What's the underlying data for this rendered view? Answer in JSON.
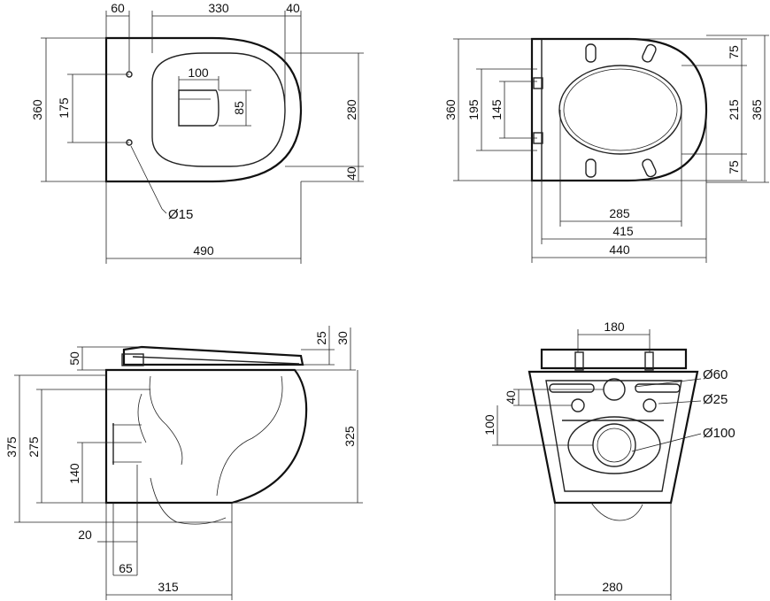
{
  "top_view": {
    "dims": [
      "60",
      "330",
      "40",
      "360",
      "175",
      "100",
      "85",
      "280",
      "40",
      "Ø15",
      "490"
    ]
  },
  "seat_view": {
    "dims": [
      "360",
      "195",
      "145",
      "75",
      "215",
      "365",
      "75",
      "285",
      "415",
      "440"
    ]
  },
  "side_view": {
    "dims": [
      "25",
      "30",
      "50",
      "375",
      "275",
      "325",
      "140",
      "20",
      "65",
      "315"
    ]
  },
  "rear_view": {
    "dims": [
      "180",
      "Ø60",
      "40",
      "Ø25",
      "100",
      "Ø100",
      "280"
    ]
  }
}
